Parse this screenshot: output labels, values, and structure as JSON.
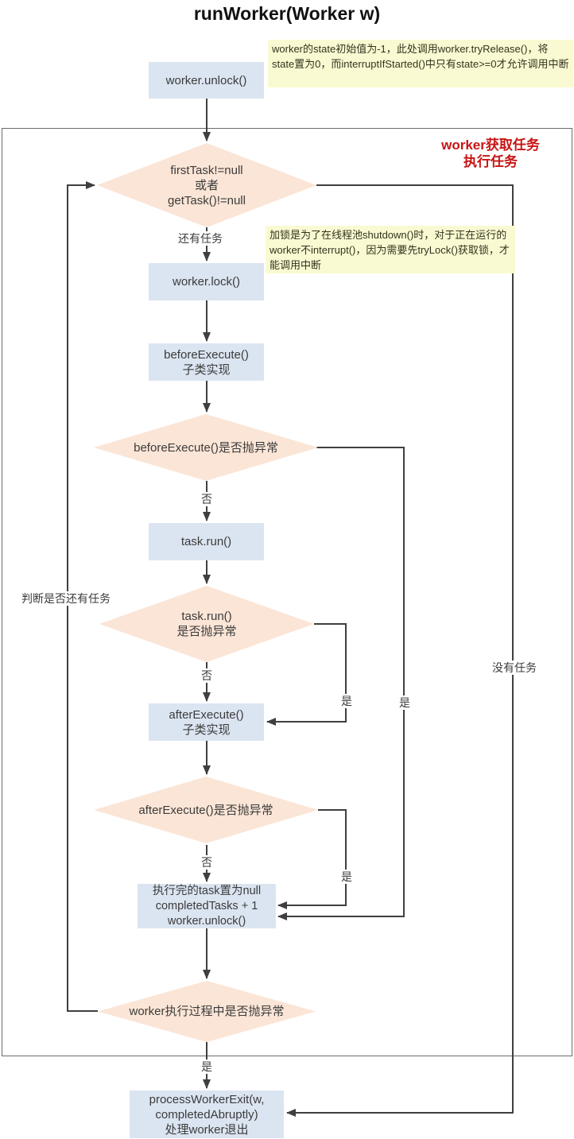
{
  "title": "runWorker(Worker w)",
  "section_label": {
    "line1": "worker获取任务",
    "line2": "执行任务"
  },
  "notes": {
    "state_note": "worker的state初始值为-1，此处调用worker.tryRelease()，将state置为0，而interruptIfStarted()中只有state>=0才允许调用中断",
    "lock_note": "加锁是为了在线程池shutdown()时，对于正在运行的worker不interrupt()，因为需要先tryLock()获取锁，才能调用中断"
  },
  "nodes": {
    "worker_unlock": "worker.unlock()",
    "first_task_check": {
      "line1": "firstTask!=null",
      "line2": "或者",
      "line3": "getTask()!=null"
    },
    "worker_lock": "worker.lock()",
    "before_execute": {
      "line1": "beforeExecute()",
      "line2": "子类实现"
    },
    "before_execute_check": "beforeExecute()是否抛异常",
    "task_run": "task.run()",
    "task_run_check": {
      "line1": "task.run()",
      "line2": "是否抛异常"
    },
    "after_execute": {
      "line1": "afterExecute()",
      "line2": "子类实现"
    },
    "after_execute_check": "afterExecute()是否抛异常",
    "finish_task": {
      "line1": "执行完的task置为null",
      "line2": "completedTasks + 1",
      "line3": "worker.unlock()"
    },
    "worker_exception_check": "worker执行过程中是否抛异常",
    "process_worker_exit": {
      "line1": "processWorkerExit(w,",
      "line2": "completedAbruptly)",
      "line3": "处理worker退出"
    }
  },
  "edge_labels": {
    "has_task": "还有任务",
    "no_task": "没有任务",
    "no_before": "否",
    "no_task_run": "否",
    "no_after": "否",
    "yes_task_run": "是",
    "yes_before": "是",
    "yes_after": "是",
    "yes_worker_exception": "是",
    "loop_label": "判断是否还有任务"
  },
  "colors": {
    "box_fill": "#dbe5f1",
    "diamond_fill": "#fbe5d6",
    "note_fill": "#fafad2",
    "line": "#3f3f3f",
    "accent_red": "#c81414",
    "frame_border": "#6b6b6b"
  }
}
